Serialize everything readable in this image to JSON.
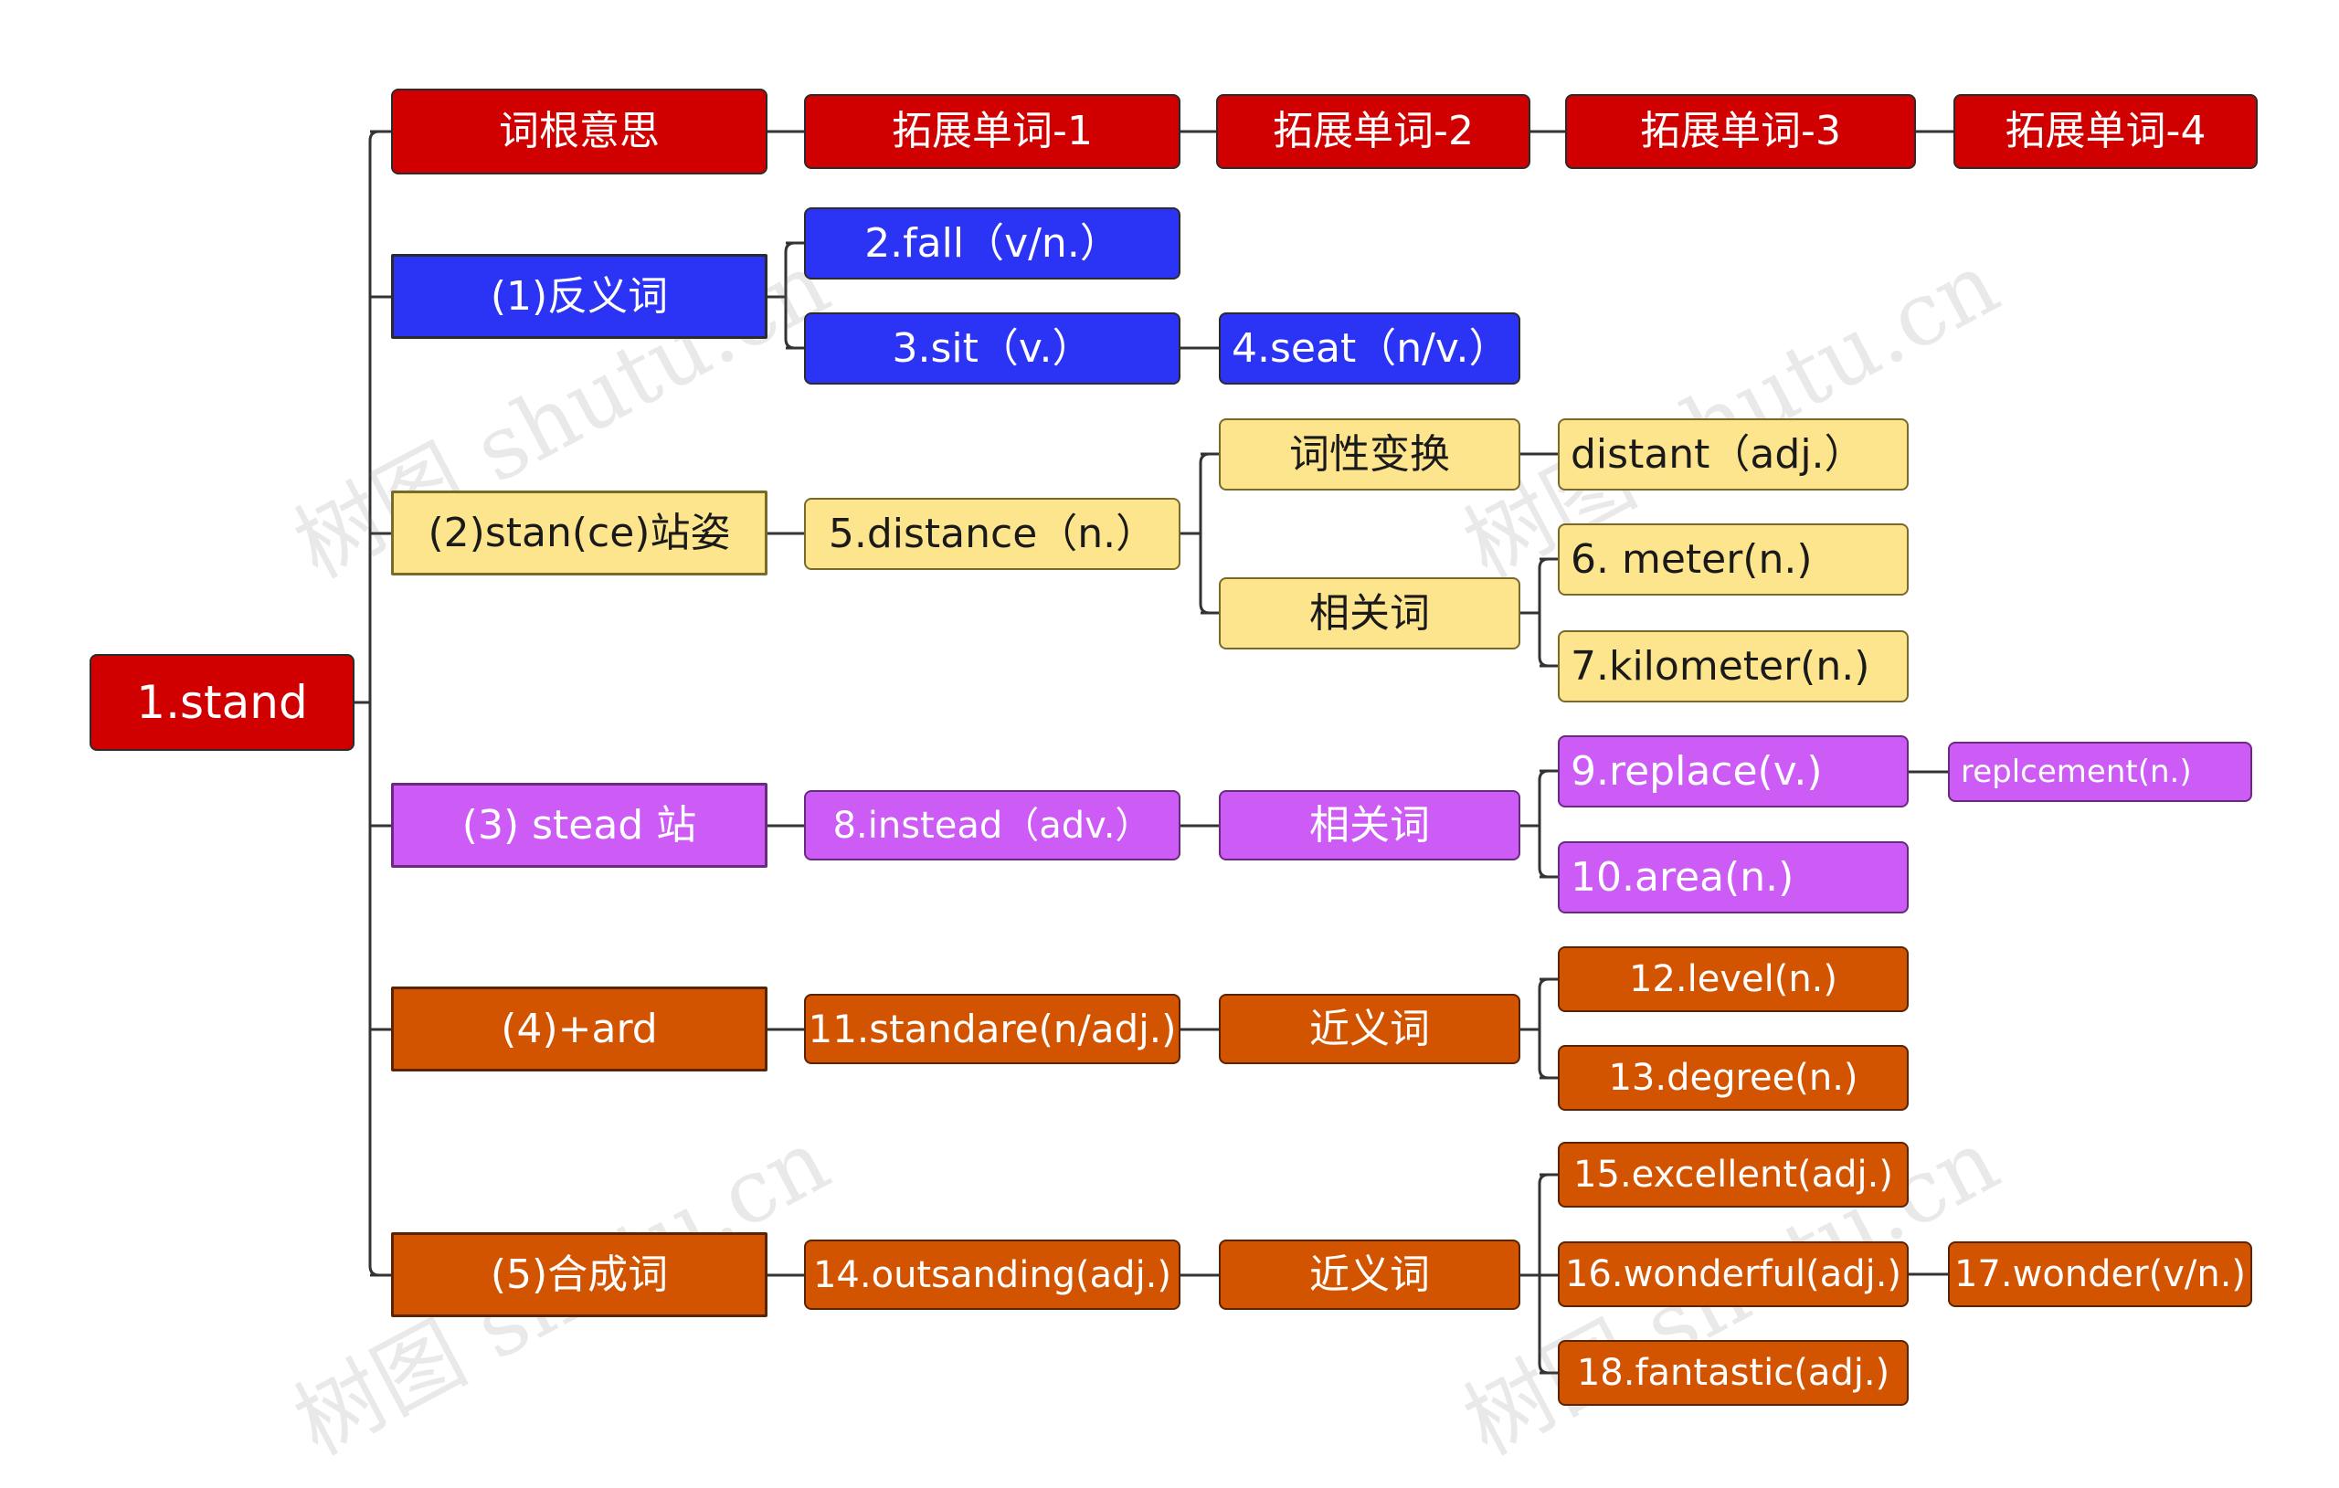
{
  "watermark": "树图 shutu.cn",
  "colors": {
    "red": "#d00000",
    "blue": "#2b33f5",
    "yellow": "#fde58e",
    "purple": "#cc5cf5",
    "orange": "#d35400",
    "line": "#333333"
  },
  "nodes": {
    "root": "1.stand",
    "h0": "词根意思",
    "h1": "拓展单词-1",
    "h2": "拓展单词-2",
    "h3": "拓展单词-3",
    "h4": "拓展单词-4",
    "b1": "(1)反义词",
    "n2": "2.fall（v/n.）",
    "n3": "3.sit（v.）",
    "n4": "4.seat（n/v.）",
    "b2": "(2)stan(ce)站姿",
    "n5": "5.distance（n.）",
    "cx": "词性变换",
    "distant": "distant（adj.）",
    "rel1": "相关词",
    "n6": "6. meter(n.)",
    "n7": "7.kilometer(n.)",
    "b3": "(3) stead 站",
    "n8": "8.instead（adv.）",
    "rel2": "相关词",
    "n9": "9.replace(v.)",
    "repl": "replcement(n.)",
    "n10": "10.area(n.)",
    "b4": "(4)+ard",
    "n11": "11.standare(n/adj.)",
    "syn1": "近义词",
    "n12": "12.level(n.)",
    "n13": "13.degree(n.)",
    "b5": "(5)合成词",
    "n14": "14.outsanding(adj.)",
    "syn2": "近义词",
    "n15": "15.excellent(adj.)",
    "n16": "16.wonderful(adj.)",
    "n17": "17.wonder(v/n.)",
    "n18": "18.fantastic(adj.)"
  }
}
